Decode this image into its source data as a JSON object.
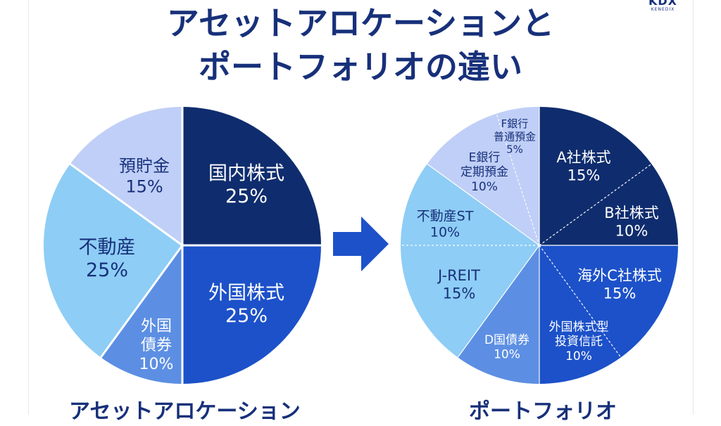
{
  "title_lines": [
    "アセットアロケーションと",
    "ポートフォリオの違い"
  ],
  "logo": {
    "mark": "KDX",
    "sub": "KENEDIX"
  },
  "colors": {
    "title": "#17307a",
    "navy": "#0f2d6e",
    "blue": "#1c51c9",
    "mid_blue": "#5c8fe3",
    "light_blue": "#8ecdf5",
    "pale_blue": "#c0cff7",
    "arrow": "#1c51c9"
  },
  "chart_data": [
    {
      "type": "pie",
      "title": "アセットアロケーション",
      "slices": [
        {
          "label": [
            "国内株式"
          ],
          "value": 25,
          "value_label": "25%",
          "color": "#0f2d6e",
          "text_color": "#ffffff"
        },
        {
          "label": [
            "外国株式"
          ],
          "value": 25,
          "value_label": "25%",
          "color": "#1c51c9",
          "text_color": "#ffffff"
        },
        {
          "label": [
            "外国",
            "債券"
          ],
          "value": 10,
          "value_label": "10%",
          "color": "#5c8fe3",
          "text_color": "#ffffff"
        },
        {
          "label": [
            "不動産"
          ],
          "value": 25,
          "value_label": "25%",
          "color": "#8ecdf5",
          "text_color": "#17307a"
        },
        {
          "label": [
            "預貯金"
          ],
          "value": 15,
          "value_label": "15%",
          "color": "#c0cff7",
          "text_color": "#17307a"
        }
      ]
    },
    {
      "type": "pie",
      "title": "ポートフォリオ",
      "slices": [
        {
          "label": [
            "A社株式"
          ],
          "value": 15,
          "value_label": "15%",
          "color": "#0f2d6e",
          "text_color": "#ffffff",
          "group": 0
        },
        {
          "label": [
            "B社株式"
          ],
          "value": 10,
          "value_label": "10%",
          "color": "#0f2d6e",
          "text_color": "#ffffff",
          "group": 0
        },
        {
          "label": [
            "海外C社株式"
          ],
          "value": 15,
          "value_label": "15%",
          "color": "#1c51c9",
          "text_color": "#ffffff",
          "group": 1
        },
        {
          "label": [
            "外国株式型",
            "投資信託"
          ],
          "value": 10,
          "value_label": "10%",
          "color": "#1c51c9",
          "text_color": "#ffffff",
          "group": 1
        },
        {
          "label": [
            "D国債券"
          ],
          "value": 10,
          "value_label": "10%",
          "color": "#5c8fe3",
          "text_color": "#ffffff",
          "group": 2
        },
        {
          "label": [
            "J-REIT"
          ],
          "value": 15,
          "value_label": "15%",
          "color": "#8ecdf5",
          "text_color": "#17307a",
          "group": 3
        },
        {
          "label": [
            "不動産ST"
          ],
          "value": 10,
          "value_label": "10%",
          "color": "#8ecdf5",
          "text_color": "#17307a",
          "group": 3
        },
        {
          "label": [
            "E銀行",
            "定期預金"
          ],
          "value": 10,
          "value_label": "10%",
          "color": "#c0cff7",
          "text_color": "#17307a",
          "group": 4
        },
        {
          "label": [
            "F銀行",
            "普通預金"
          ],
          "value": 5,
          "value_label": "5%",
          "color": "#c0cff7",
          "text_color": "#17307a",
          "group": 4
        }
      ]
    }
  ]
}
